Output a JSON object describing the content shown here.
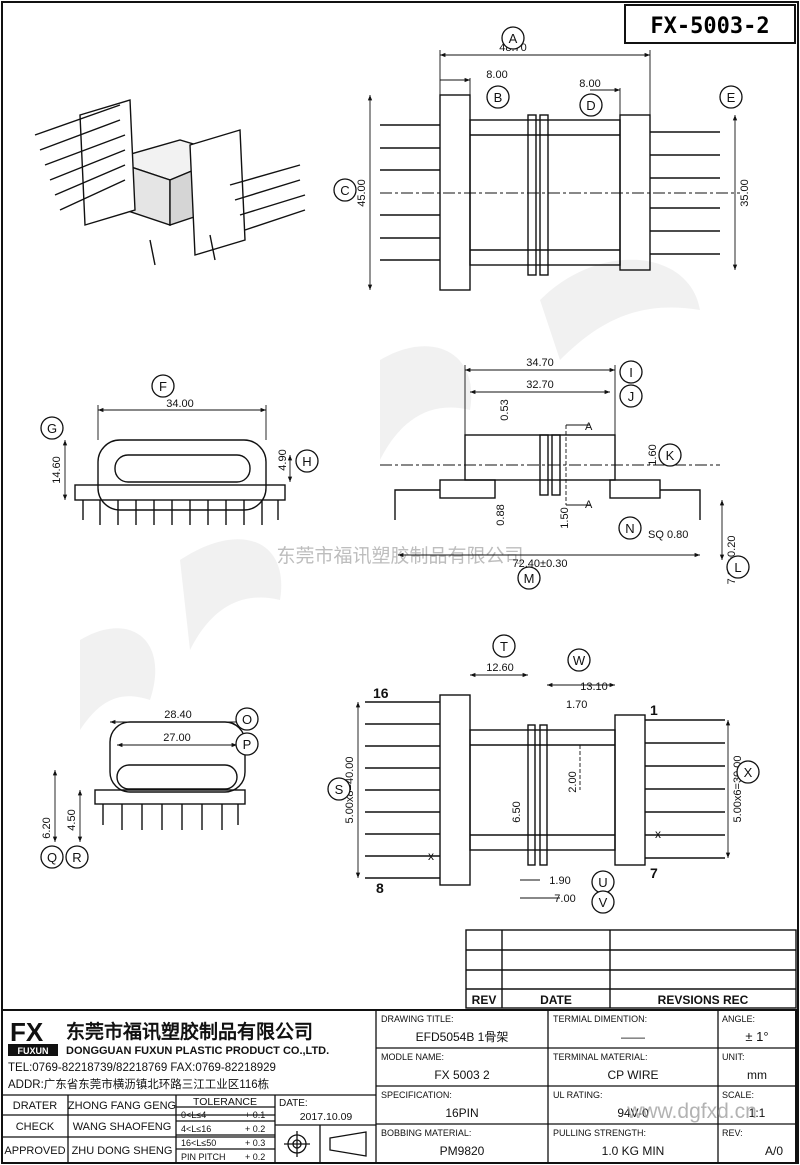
{
  "title_code": "FX-5003-2",
  "watermark": "东莞市福讯塑胶制品有限公司",
  "labels": {
    "A": "A",
    "B": "B",
    "C": "C",
    "D": "D",
    "E": "E",
    "F": "F",
    "G": "G",
    "H": "H",
    "I": "I",
    "J": "J",
    "K": "K",
    "L": "L",
    "M": "M",
    "N": "N",
    "O": "O",
    "P": "P",
    "Q": "Q",
    "R": "R",
    "S": "S",
    "T": "T",
    "U": "U",
    "V": "V",
    "W": "W",
    "X": "X"
  },
  "dims": {
    "top_width": "48.70",
    "top_left_flange": "8.00",
    "top_right_flange": "8.00",
    "top_height_left": "45.00",
    "top_height_right": "35.00",
    "end_width": "34.00",
    "end_height": "14.60",
    "end_gap": "4.90",
    "side_outer": "34.70",
    "side_inner": "32.70",
    "side_053": "0.53",
    "side_160": "1.60",
    "side_088": "0.88",
    "side_150": "1.50",
    "side_sq": "SQ 0.80",
    "side_total": "72.40±0.30",
    "side_lead": "7.00±0.20",
    "section_mark": "A",
    "bot_end_outer": "28.40",
    "bot_end_inner": "27.00",
    "bot_end_620": "6.20",
    "bot_end_450": "4.50",
    "bot_1260": "12.60",
    "bot_1310": "13.10",
    "bot_170": "1.70",
    "bot_200": "2.00",
    "bot_650": "6.50",
    "bot_190": "1.90",
    "bot_700": "7.00",
    "bot_left_pitch": "5.00x8=40.00",
    "bot_right_pitch": "5.00x6=30.00",
    "pin_16": "16",
    "pin_8": "8",
    "pin_1": "1",
    "pin_7": "7",
    "x_mark": "x"
  },
  "rev_table": {
    "rev": "REV",
    "date": "DATE",
    "rec": "REVSIONS REC"
  },
  "company": {
    "logo": "FX",
    "logo_sub": "FUXUN",
    "name_cn": "东莞市福讯塑胶制品有限公司",
    "name_en": "DONGGUAN FUXUN PLASTIC PRODUCT CO.,LTD.",
    "tel": "TEL:0769-82218739/82218769 FAX:0769-82218929",
    "addr": "ADDR:广东省东莞市横沥镇北环路三江工业区116栋"
  },
  "people": [
    {
      "role": "DRATER",
      "name": "ZHONG FANG GENG"
    },
    {
      "role": "CHECK",
      "name": "WANG SHAOFENG"
    },
    {
      "role": "APPROVED",
      "name": "ZHU DONG SHENG"
    }
  ],
  "tolerance": {
    "title": "TOLERANCE",
    "rows": [
      {
        "range": "0<L≤4",
        "value": "+ 0.1"
      },
      {
        "range": "4<L≤16",
        "value": "+ 0.2"
      },
      {
        "range": "16<L≤50",
        "value": "+ 0.3"
      },
      {
        "range": "PIN PITCH",
        "value": "+ 0.2"
      }
    ]
  },
  "date": {
    "label": "DATE:",
    "value": "2017.10.09"
  },
  "fields": {
    "drawing_title_label": "DRAWING TITLE:",
    "drawing_title": "EFD5054B 1骨架",
    "terminal_dim_label": "TERMIAL DIMENTION:",
    "terminal_dim": "——",
    "angle_label": "ANGLE:",
    "angle": "± 1°",
    "model_label": "MODLE NAME:",
    "model": "FX 5003 2",
    "terminal_mat_label": "TERMINAL MATERIAL:",
    "terminal_mat": "CP WIRE",
    "unit_label": "UNIT:",
    "unit": "mm",
    "spec_label": "SPECIFICATION:",
    "spec": "16PIN",
    "ul_label": "UL RATING:",
    "ul": "94V-0",
    "scale_label": "SCALE:",
    "scale": "1:1",
    "bobbin_label": "BOBBING MATERIAL:",
    "bobbin": "PM9820",
    "pull_label": "PULLING STRENGTH:",
    "pull": "1.0 KG MIN",
    "rev_label": "REV:",
    "rev": "A/0"
  },
  "web_watermark": "www.dgfxd.cn"
}
